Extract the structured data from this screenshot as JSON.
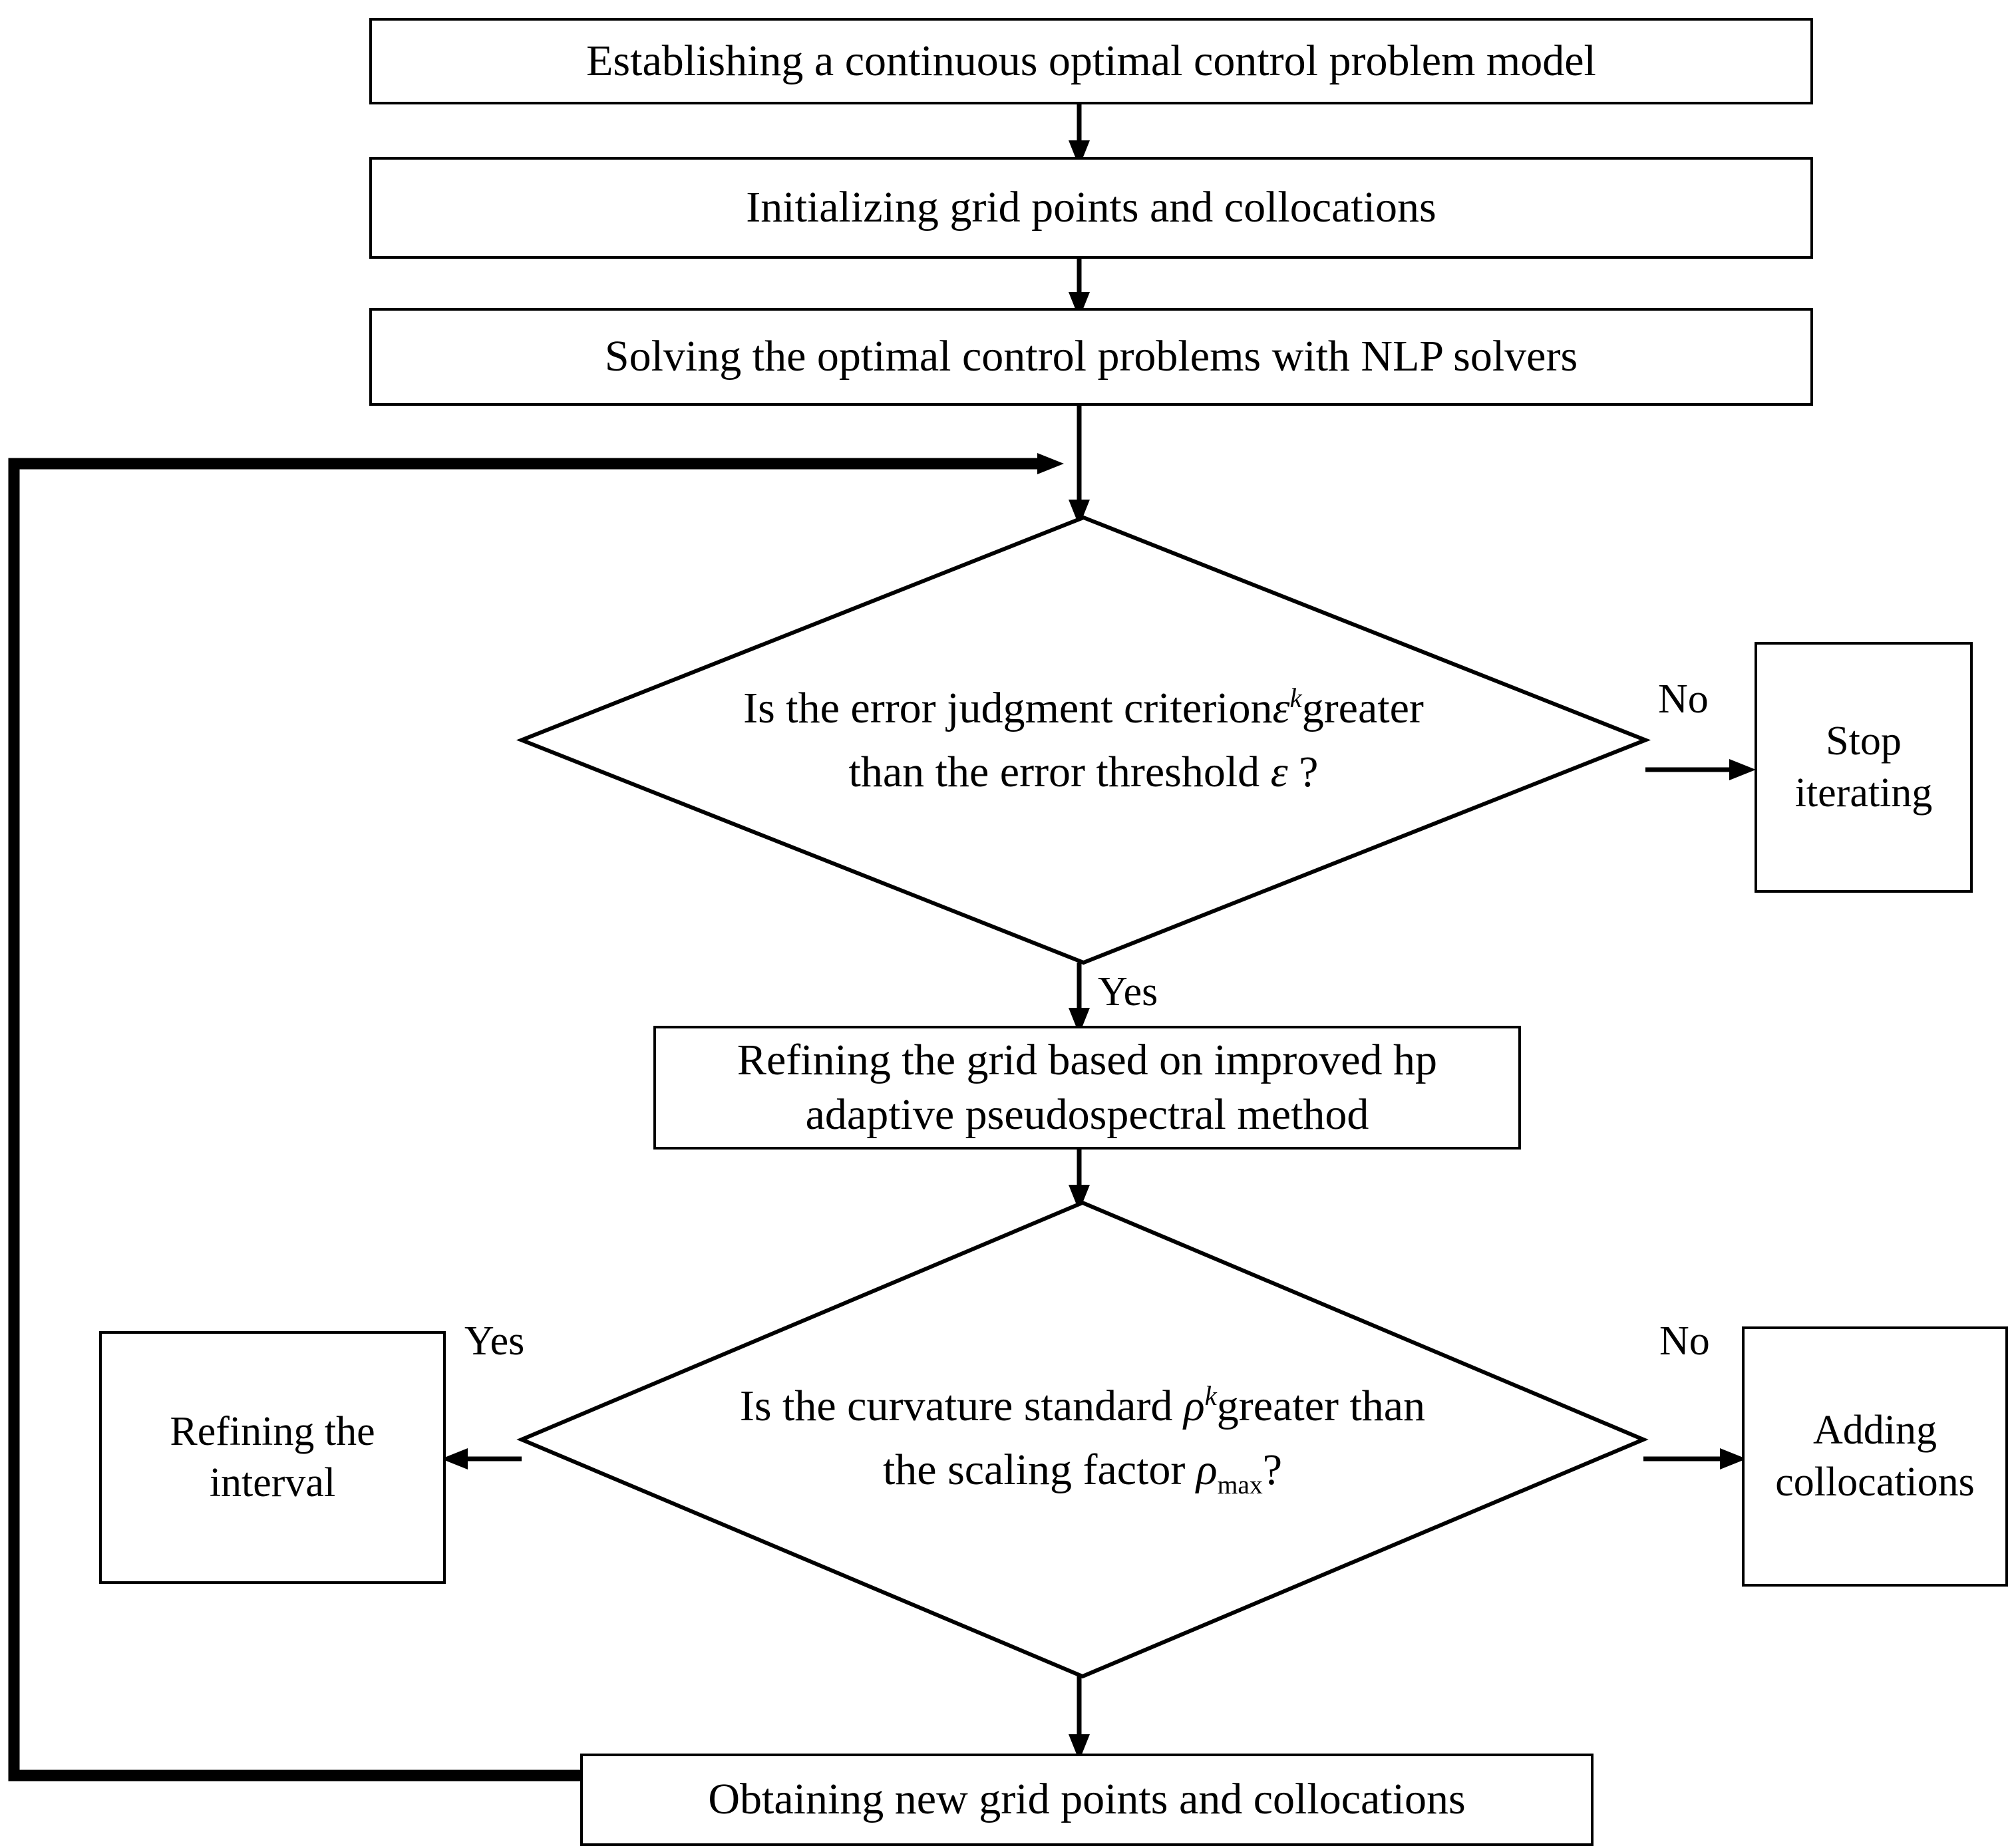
{
  "diagram": {
    "title": "hp adaptive pseudospectral iteration flowchart",
    "line_color": "#000000",
    "fill_color": "#ffffff",
    "text_color": "#000000"
  },
  "nodes": {
    "establish_model": {
      "label": "Establishing a continuous optimal control problem model",
      "shape": "process"
    },
    "initialize_grid": {
      "label": "Initializing grid points and collocations",
      "shape": "process"
    },
    "solve_nlp": {
      "label": "Solving the optimal control problems with NLP solvers",
      "shape": "process"
    },
    "error_decision": {
      "shape": "decision",
      "line1_prefix": "Is the error judgment criterion",
      "line1_symbol": "ε",
      "line1_superscript": "k",
      "line1_suffix": "greater",
      "line2_prefix": "than the error threshold",
      "line2_symbol": "ε",
      "line2_suffix": "?"
    },
    "stop_iterating": {
      "label": "Stop iterating",
      "shape": "process"
    },
    "refine_grid": {
      "label": "Refining the grid based on improved hp adaptive pseudospectral method",
      "shape": "process"
    },
    "curvature_decision": {
      "shape": "decision",
      "line1_prefix": "Is the curvature standard",
      "line1_symbol": "ρ",
      "line1_superscript": "k",
      "line1_suffix": "greater than",
      "line2_prefix": "the scaling factor",
      "line2_symbol": "ρ",
      "line2_subscript": "max",
      "line2_suffix": "?"
    },
    "refine_interval": {
      "label": "Refining the interval",
      "shape": "process"
    },
    "add_collocations": {
      "label": "Adding collocations",
      "shape": "process"
    },
    "obtain_new_grid": {
      "label": "Obtaining new grid points and collocations",
      "shape": "process"
    }
  },
  "edge_labels": {
    "error_no": "No",
    "error_yes": "Yes",
    "curvature_yes": "Yes",
    "curvature_no": "No"
  }
}
